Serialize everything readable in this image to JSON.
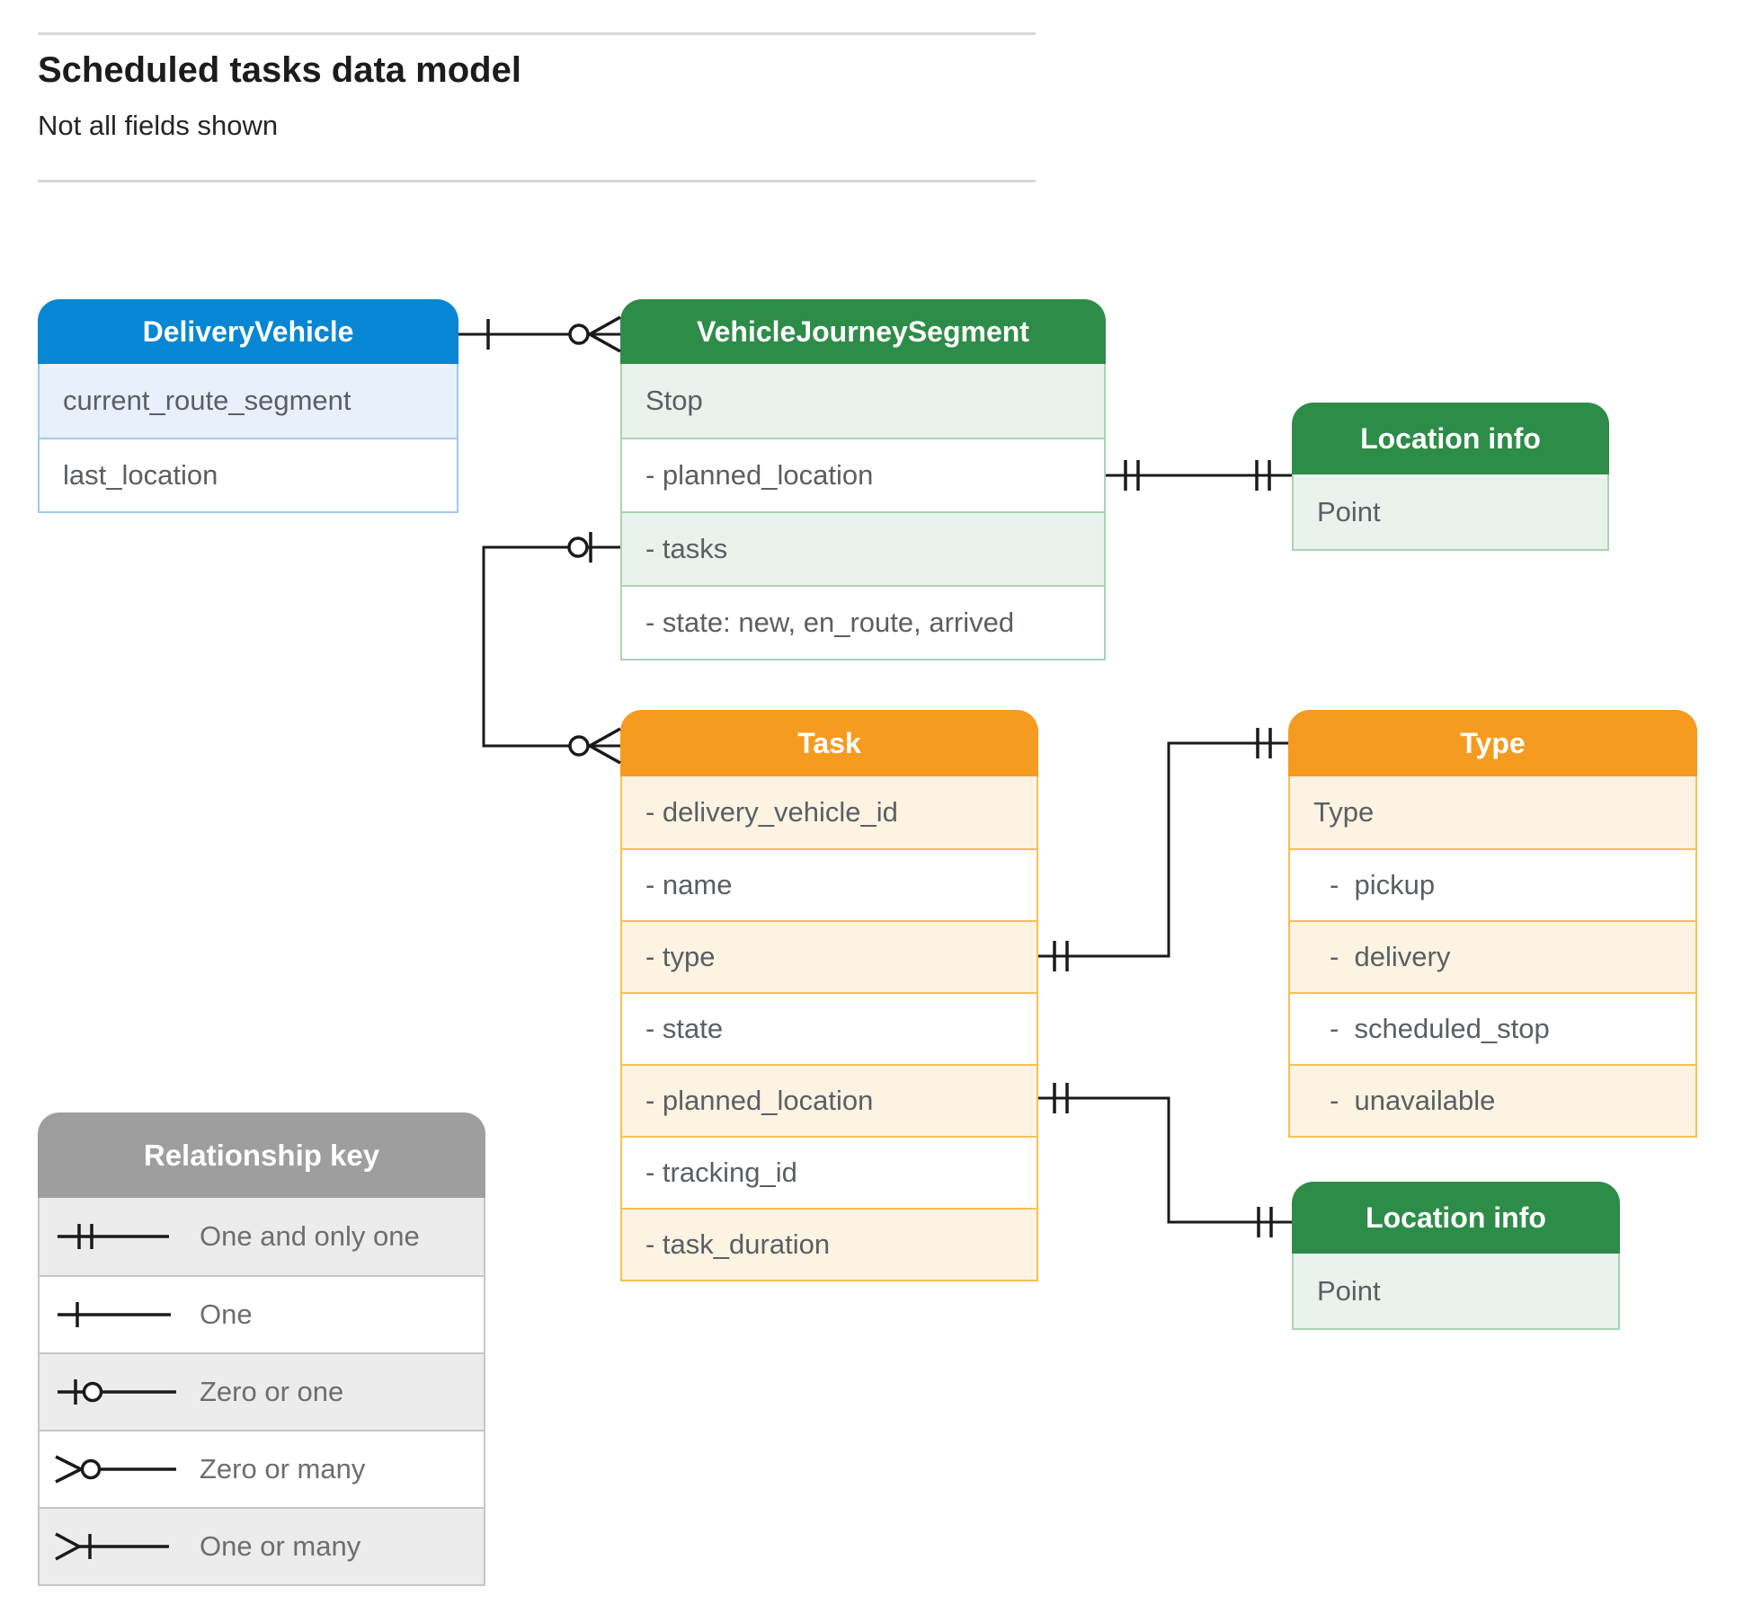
{
  "page": {
    "title": "Scheduled tasks data model",
    "subtitle": "Not all fields shown"
  },
  "entities": {
    "delivery_vehicle": {
      "title": "DeliveryVehicle",
      "rows": [
        "current_route_segment",
        "last_location"
      ]
    },
    "vehicle_journey_segment": {
      "title": "VehicleJourneySegment",
      "rows": [
        "Stop",
        "- planned_location",
        "- tasks",
        "- state: new, en_route, arrived"
      ]
    },
    "location_info_1": {
      "title": "Location info",
      "rows": [
        "Point"
      ]
    },
    "task": {
      "title": "Task",
      "rows": [
        "- delivery_vehicle_id",
        "- name",
        "- type",
        "- state",
        "- planned_location",
        "- tracking_id",
        "- task_duration"
      ]
    },
    "type": {
      "title": "Type",
      "rows": [
        "Type",
        "-  pickup",
        "-  delivery",
        "-  scheduled_stop",
        "-  unavailable"
      ]
    },
    "location_info_2": {
      "title": "Location info",
      "rows": [
        "Point"
      ]
    }
  },
  "relationship_key": {
    "title": "Relationship key",
    "items": [
      {
        "symbol": "one-and-only-one",
        "label": "One and only one"
      },
      {
        "symbol": "one",
        "label": "One"
      },
      {
        "symbol": "zero-or-one",
        "label": "Zero or one"
      },
      {
        "symbol": "zero-or-many",
        "label": "Zero or many"
      },
      {
        "symbol": "one-or-many",
        "label": "One or many"
      }
    ]
  },
  "relationships": [
    {
      "from": "DeliveryVehicle",
      "to": "VehicleJourneySegment",
      "from_end": "one",
      "to_end": "zero-or-many"
    },
    {
      "from": "VehicleJourneySegment.planned_location",
      "to": "Location info",
      "from_end": "one-and-only-one",
      "to_end": "one-and-only-one"
    },
    {
      "from": "VehicleJourneySegment.tasks",
      "to": "Task",
      "from_end": "zero-or-one",
      "to_end": "zero-or-many"
    },
    {
      "from": "Task.type",
      "to": "Type",
      "from_end": "one-and-only-one",
      "to_end": "one-and-only-one"
    },
    {
      "from": "Task.planned_location",
      "to": "Location info",
      "from_end": "one-and-only-one",
      "to_end": "one-and-only-one"
    }
  ],
  "colors": {
    "blue_header": "#0786d3",
    "green_header": "#2e8c49",
    "orange_header": "#f59b20",
    "gray_header": "#9e9e9e",
    "blue_row": "#e8f1fb",
    "green_row": "#e9f3ec",
    "orange_row": "#fdf3e2",
    "gray_row": "#ececec",
    "connector": "#1a1a1a"
  }
}
